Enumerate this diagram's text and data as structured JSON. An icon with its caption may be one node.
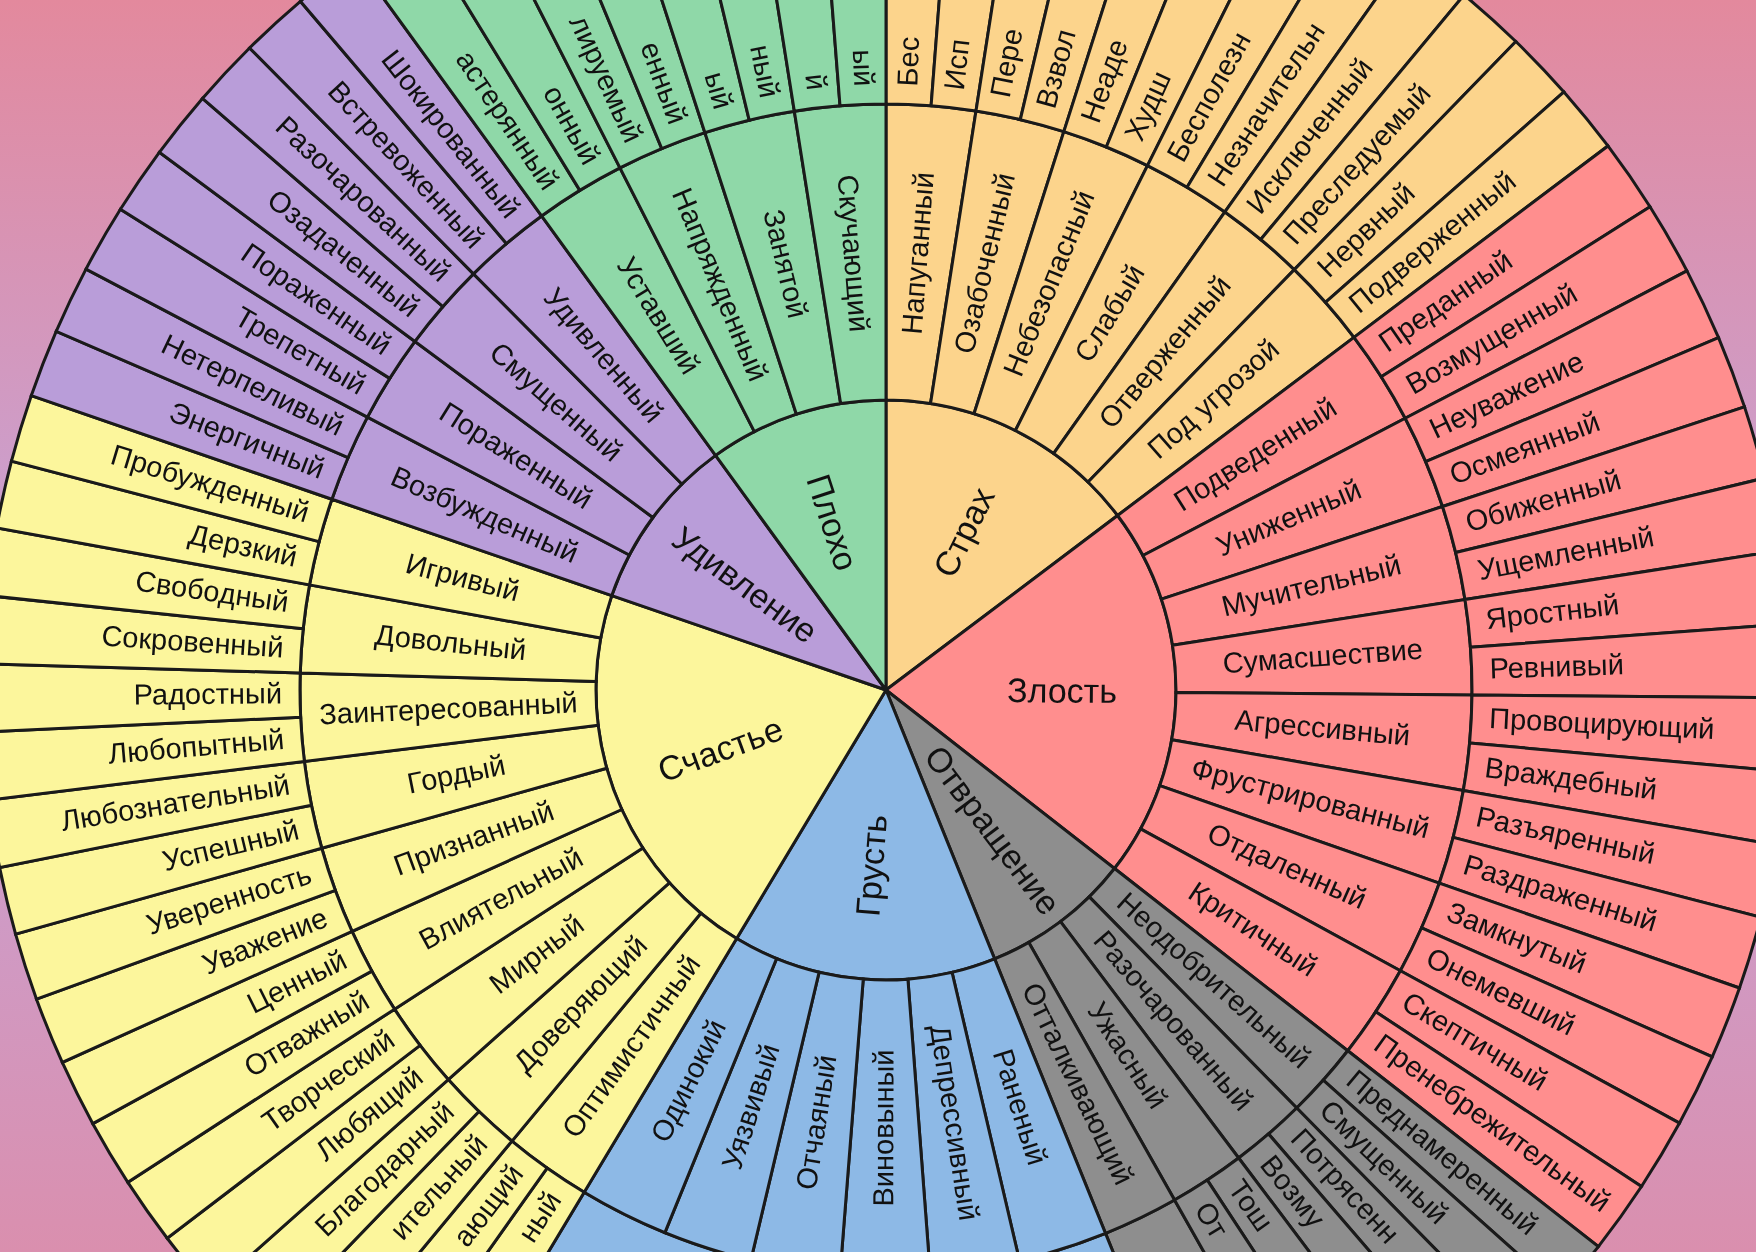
{
  "diagram": {
    "nodes": [
      {
        "text": [
          "Страх"
        ]
      },
      {
        "text": [
          "Напуганный"
        ]
      },
      {
        "text": [
          "Озабоченный"
        ]
      },
      {
        "text": [
          "Небезопасный"
        ]
      },
      {
        "text": [
          "Слабый"
        ]
      },
      {
        "text": [
          "Отверженный"
        ]
      },
      {
        "text": [
          "Под угрозой"
        ]
      },
      {
        "text": [
          "Бес"
        ]
      },
      {
        "text": [
          "Исп"
        ]
      },
      {
        "text": [
          "Пере"
        ]
      },
      {
        "text": [
          "Взвол"
        ]
      },
      {
        "text": [
          "Неаде"
        ]
      },
      {
        "text": [
          "Худш"
        ]
      },
      {
        "text": [
          "Бесполезн"
        ]
      },
      {
        "text": [
          "Незначительн"
        ]
      },
      {
        "text": [
          "Исключенный"
        ]
      },
      {
        "text": [
          "Преследуемый"
        ]
      },
      {
        "text": [
          "Нервный"
        ]
      },
      {
        "text": [
          "Подверженный"
        ]
      },
      {
        "text": [
          "Злость"
        ]
      },
      {
        "text": [
          "Подведенный"
        ]
      },
      {
        "text": [
          "Униженный"
        ]
      },
      {
        "text": [
          "Мучительный"
        ]
      },
      {
        "text": [
          "Сумасшествие"
        ]
      },
      {
        "text": [
          "Агрессивный"
        ]
      },
      {
        "text": [
          "Фрустрированный"
        ]
      },
      {
        "text": [
          "Отдаленный"
        ]
      },
      {
        "text": [
          "Критичный"
        ]
      },
      {
        "text": [
          "Преданный"
        ]
      },
      {
        "text": [
          "Возмущенный"
        ]
      },
      {
        "text": [
          "Неуважение"
        ]
      },
      {
        "text": [
          "Осмеянный"
        ]
      },
      {
        "text": [
          "Обиженный"
        ]
      },
      {
        "text": [
          "Ущемленный"
        ]
      },
      {
        "text": [
          "Яростный"
        ]
      },
      {
        "text": [
          "Ревнивый"
        ]
      },
      {
        "text": [
          "Провоцирующий"
        ]
      },
      {
        "text": [
          "Враждебный"
        ]
      },
      {
        "text": [
          "Разъяренный"
        ]
      },
      {
        "text": [
          "Раздраженный"
        ]
      },
      {
        "text": [
          "Замкнутый"
        ]
      },
      {
        "text": [
          "Онемевший"
        ]
      },
      {
        "text": [
          "Скептичный"
        ]
      },
      {
        "text": [
          "Пренебрежительный"
        ]
      },
      {
        "text": [
          "Отвращение"
        ]
      },
      {
        "text": [
          "Неодобрительный"
        ]
      },
      {
        "text": [
          "Разочарованный"
        ]
      },
      {
        "text": [
          "Ужасный"
        ]
      },
      {
        "text": [
          "Отталкивающий"
        ]
      },
      {
        "text": [
          "Преднамеренный"
        ]
      },
      {
        "text": [
          "Смущенный"
        ]
      },
      {
        "text": [
          "Потрясенн"
        ]
      },
      {
        "text": [
          "Возму"
        ]
      },
      {
        "text": [
          "Тош"
        ]
      },
      {
        "text": [
          "От"
        ]
      },
      {
        "text": [
          "Грусть"
        ]
      },
      {
        "text": [
          "Раненый"
        ]
      },
      {
        "text": [
          "Депрессивный"
        ]
      },
      {
        "text": [
          "Виновыный"
        ]
      },
      {
        "text": [
          "Отчаяный"
        ]
      },
      {
        "text": [
          "Уязвивый"
        ]
      },
      {
        "text": [
          "Одинокий"
        ]
      },
      {
        "text": [
          "Счастье"
        ]
      },
      {
        "text": [
          "Оптимистичный"
        ]
      },
      {
        "text": [
          "Доверяющий"
        ]
      },
      {
        "text": [
          "Мирный"
        ]
      },
      {
        "text": [
          "Влиятельный"
        ]
      },
      {
        "text": [
          "Признанный"
        ]
      },
      {
        "text": [
          "Гордый"
        ]
      },
      {
        "text": [
          "Заинтересованный"
        ]
      },
      {
        "text": [
          "Довольный"
        ]
      },
      {
        "text": [
          "Игривый"
        ]
      },
      {
        "text": [
          "ный"
        ]
      },
      {
        "text": [
          "ающий"
        ]
      },
      {
        "text": [
          "ительный"
        ]
      },
      {
        "text": [
          "Благодарный"
        ]
      },
      {
        "text": [
          "Любящий"
        ]
      },
      {
        "text": [
          "Творческий"
        ]
      },
      {
        "text": [
          "Отважный"
        ]
      },
      {
        "text": [
          "Ценный"
        ]
      },
      {
        "text": [
          "Уважение"
        ]
      },
      {
        "text": [
          "Уверенность"
        ]
      },
      {
        "text": [
          "Успешный"
        ]
      },
      {
        "text": [
          "Любознательный"
        ]
      },
      {
        "text": [
          "Любопытный"
        ]
      },
      {
        "text": [
          "Радостный"
        ]
      },
      {
        "text": [
          "Сокровенный"
        ]
      },
      {
        "text": [
          "Свободный"
        ]
      },
      {
        "text": [
          "Дерзкий"
        ]
      },
      {
        "text": [
          "Пробужденный"
        ]
      },
      {
        "text": [
          "Удивление"
        ]
      },
      {
        "text": [
          "Возбужденный"
        ]
      },
      {
        "text": [
          "Пораженный"
        ]
      },
      {
        "text": [
          "Смущенный"
        ]
      },
      {
        "text": [
          "Удивленный"
        ]
      },
      {
        "text": [
          "Энергичный"
        ]
      },
      {
        "text": [
          "Нетерпеливый"
        ]
      },
      {
        "text": [
          "Трепетный"
        ]
      },
      {
        "text": [
          "Пораженный"
        ]
      },
      {
        "text": [
          "Озадаченный"
        ]
      },
      {
        "text": [
          "Разочарованный"
        ]
      },
      {
        "text": [
          "Встревоженный"
        ]
      },
      {
        "text": [
          "Шокированный"
        ]
      },
      {
        "text": [
          "Плохо"
        ]
      },
      {
        "text": [
          "Уставший"
        ]
      },
      {
        "text": [
          "Напряжденный"
        ]
      },
      {
        "text": [
          "Занятой"
        ]
      },
      {
        "text": [
          "Скучающий"
        ]
      },
      {
        "text": [
          "астерянный"
        ]
      },
      {
        "text": [
          "онный"
        ]
      },
      {
        "text": [
          "лируемый"
        ]
      },
      {
        "text": [
          "енный"
        ]
      },
      {
        "text": [
          "ый"
        ]
      },
      {
        "text": [
          "ный"
        ]
      },
      {
        "text": [
          "й"
        ]
      },
      {
        "text": [
          "ый"
        ]
      }
    ]
  }
}
